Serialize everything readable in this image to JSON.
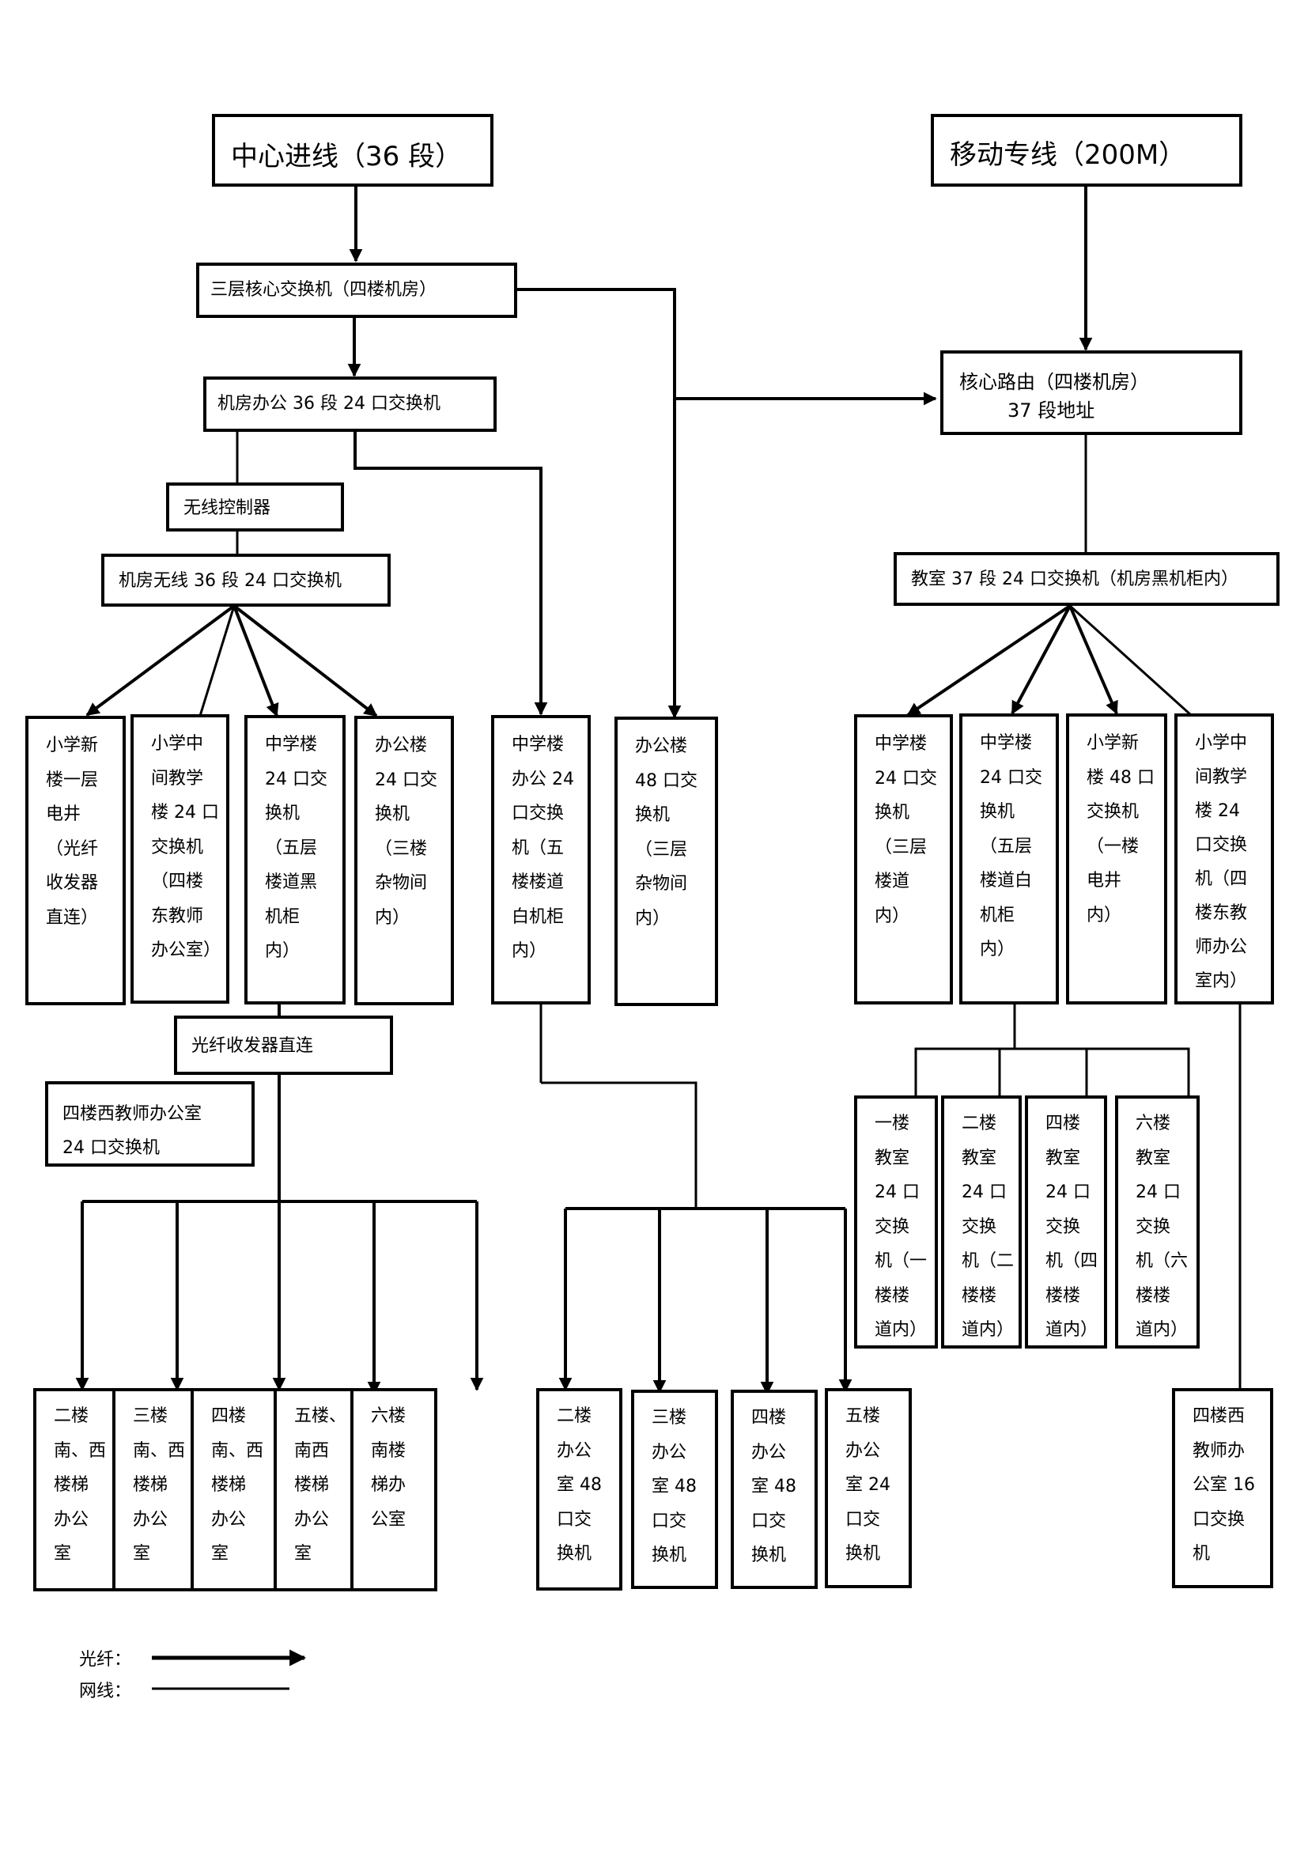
{
  "title": "学校网络拓扑图",
  "nodes": {
    "center_line": "中心进线（36 段）",
    "mobile_line": "移动专线（200M）",
    "core_switch": "三层核心交换机（四楼机房）",
    "core_router": "核心路由（四楼机房）\n        37 段地址",
    "office_switch_36": "机房办公 36 段 24 口交换机",
    "wireless_controller": "无线控制器",
    "wireless_switch_36": "机房无线 36 段 24 口交换机",
    "classroom_switch_37": "教室 37 段 24 口交换机（机房黑机柜内）",
    "fiber_transceiver": "光纤收发器直连",
    "west_teacher_office_24": "四楼西教师办公室\n24 口交换机"
  },
  "wireless_children": [
    "小学新\n楼一层\n电井\n（光纤\n收发器\n直连）",
    "小学中\n间教学\n楼 24 口\n交换机\n（四楼\n东教师\n办公室）",
    "中学楼\n24 口交\n换机\n（五层\n楼道黑\n机柜\n内）",
    "办公楼\n24 口交\n换机\n（三楼\n杂物间\n内）"
  ],
  "office_children": [
    "中学楼\n办公 24\n口交换\n机（五\n楼楼道\n白机柜\n内）"
  ],
  "core_children": [
    "办公楼\n48 口交\n换机\n（三层\n杂物间\n内）"
  ],
  "classroom_children": [
    "中学楼\n24 口交\n换机\n（三层\n楼道\n内）",
    "中学楼\n24 口交\n换机\n（五层\n楼道白\n机柜\n内）",
    "小学新\n楼 48 口\n交换机\n（一楼\n电井\n内）",
    "小学中\n间教学\n楼 24\n口交换\n机（四\n楼东教\n师办公\n室内）"
  ],
  "middle_floor_switches": [
    "一楼\n教室\n24 口\n交换\n机（一\n楼楼\n道内）",
    "二楼\n教室\n24 口\n交换\n机（二\n楼楼\n道内）",
    "四楼\n教室\n24 口\n交换\n机（四\n楼楼\n道内）",
    "六楼\n教室\n24 口\n交换\n机（六\n楼楼\n道内）"
  ],
  "stair_offices": [
    "二楼\n南、西\n楼梯\n办公\n室",
    "三楼\n南、西\n楼梯\n办公\n室",
    "四楼\n南、西\n楼梯\n办公\n室",
    "五楼、\n南西\n楼梯\n办公\n室",
    "六楼\n南楼\n梯办\n公室"
  ],
  "office_floor_switches": [
    "二楼\n办公\n室 48\n口交\n换机",
    "三楼\n办公\n室 48\n口交\n换机",
    "四楼\n办公\n室 48\n口交\n换机",
    "五楼\n办公\n室 24\n口交\n换机"
  ],
  "west_teacher_office_16": "四楼西\n教师办\n公室 16\n口交换\n机",
  "legend": {
    "fiber_label": "光纤：",
    "cable_label": "网线："
  }
}
